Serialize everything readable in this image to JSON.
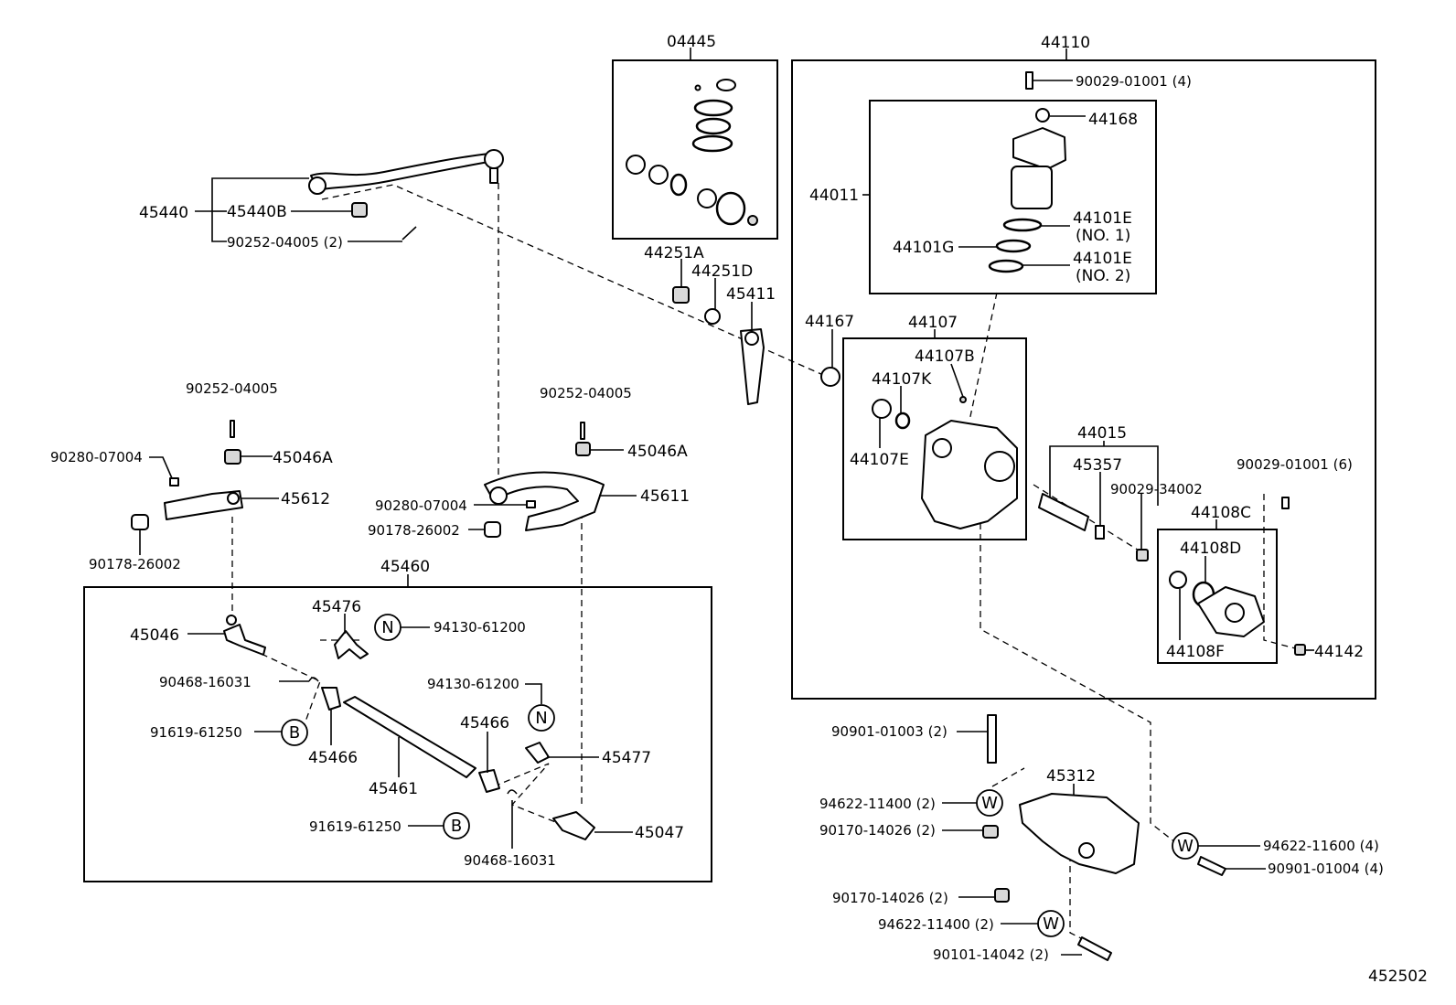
{
  "labels": {
    "l_04445": "04445",
    "l_44110": "44110",
    "l_90029_01001_4": "90029-01001 (4)",
    "l_44168": "44168",
    "l_44011": "44011",
    "l_44101E_no1": "44101E",
    "l_no1": "(NO. 1)",
    "l_44101G": "44101G",
    "l_44101E_no2": "44101E",
    "l_no2": "(NO. 2)",
    "l_45440": "45440",
    "l_45440B": "45440B",
    "l_90252_04005_2": "90252-04005 (2)",
    "l_44251A": "44251A",
    "l_44251D": "44251D",
    "l_45411": "45411",
    "l_44167": "44167",
    "l_44107": "44107",
    "l_44107B": "44107B",
    "l_44107K": "44107K",
    "l_44107E": "44107E",
    "l_44015": "44015",
    "l_45357": "45357",
    "l_90029_34002": "90029-34002",
    "l_90029_01001_6": "90029-01001 (6)",
    "l_44108C": "44108C",
    "l_44108D": "44108D",
    "l_44108F": "44108F",
    "l_44142": "44142",
    "l_90252_04005_a": "90252-04005",
    "l_90252_04005_b": "90252-04005",
    "l_90280_07004_a": "90280-07004",
    "l_45046A_a": "45046A",
    "l_45046A_b": "45046A",
    "l_45612": "45612",
    "l_90178_26002_a": "90178-26002",
    "l_90280_07004_b": "90280-07004",
    "l_45611": "45611",
    "l_90178_26002_b": "90178-26002",
    "l_45460": "45460",
    "l_45476": "45476",
    "l_94130_61200_a": "94130-61200",
    "l_45046": "45046",
    "l_90468_16031_a": "90468-16031",
    "l_94130_61200_b": "94130-61200",
    "l_91619_61250_a": "91619-61250",
    "l_45466_a": "45466",
    "l_45466_b": "45466",
    "l_45477": "45477",
    "l_45461": "45461",
    "l_91619_61250_b": "91619-61250",
    "l_45047": "45047",
    "l_90468_16031_b": "90468-16031",
    "l_90901_01003_2": "90901-01003 (2)",
    "l_45312": "45312",
    "l_94622_11400_2a": "94622-11400 (2)",
    "l_90170_14026_2a": "90170-14026 (2)",
    "l_94622_11600_4": "94622-11600 (4)",
    "l_90901_01004_4": "90901-01004 (4)",
    "l_90170_14026_2b": "90170-14026 (2)",
    "l_94622_11400_2b": "94622-11400 (2)",
    "l_90101_14042_2": "90101-14042 (2)",
    "l_452502": "452502"
  },
  "markers": {
    "N": "N",
    "B": "B",
    "W": "W"
  }
}
